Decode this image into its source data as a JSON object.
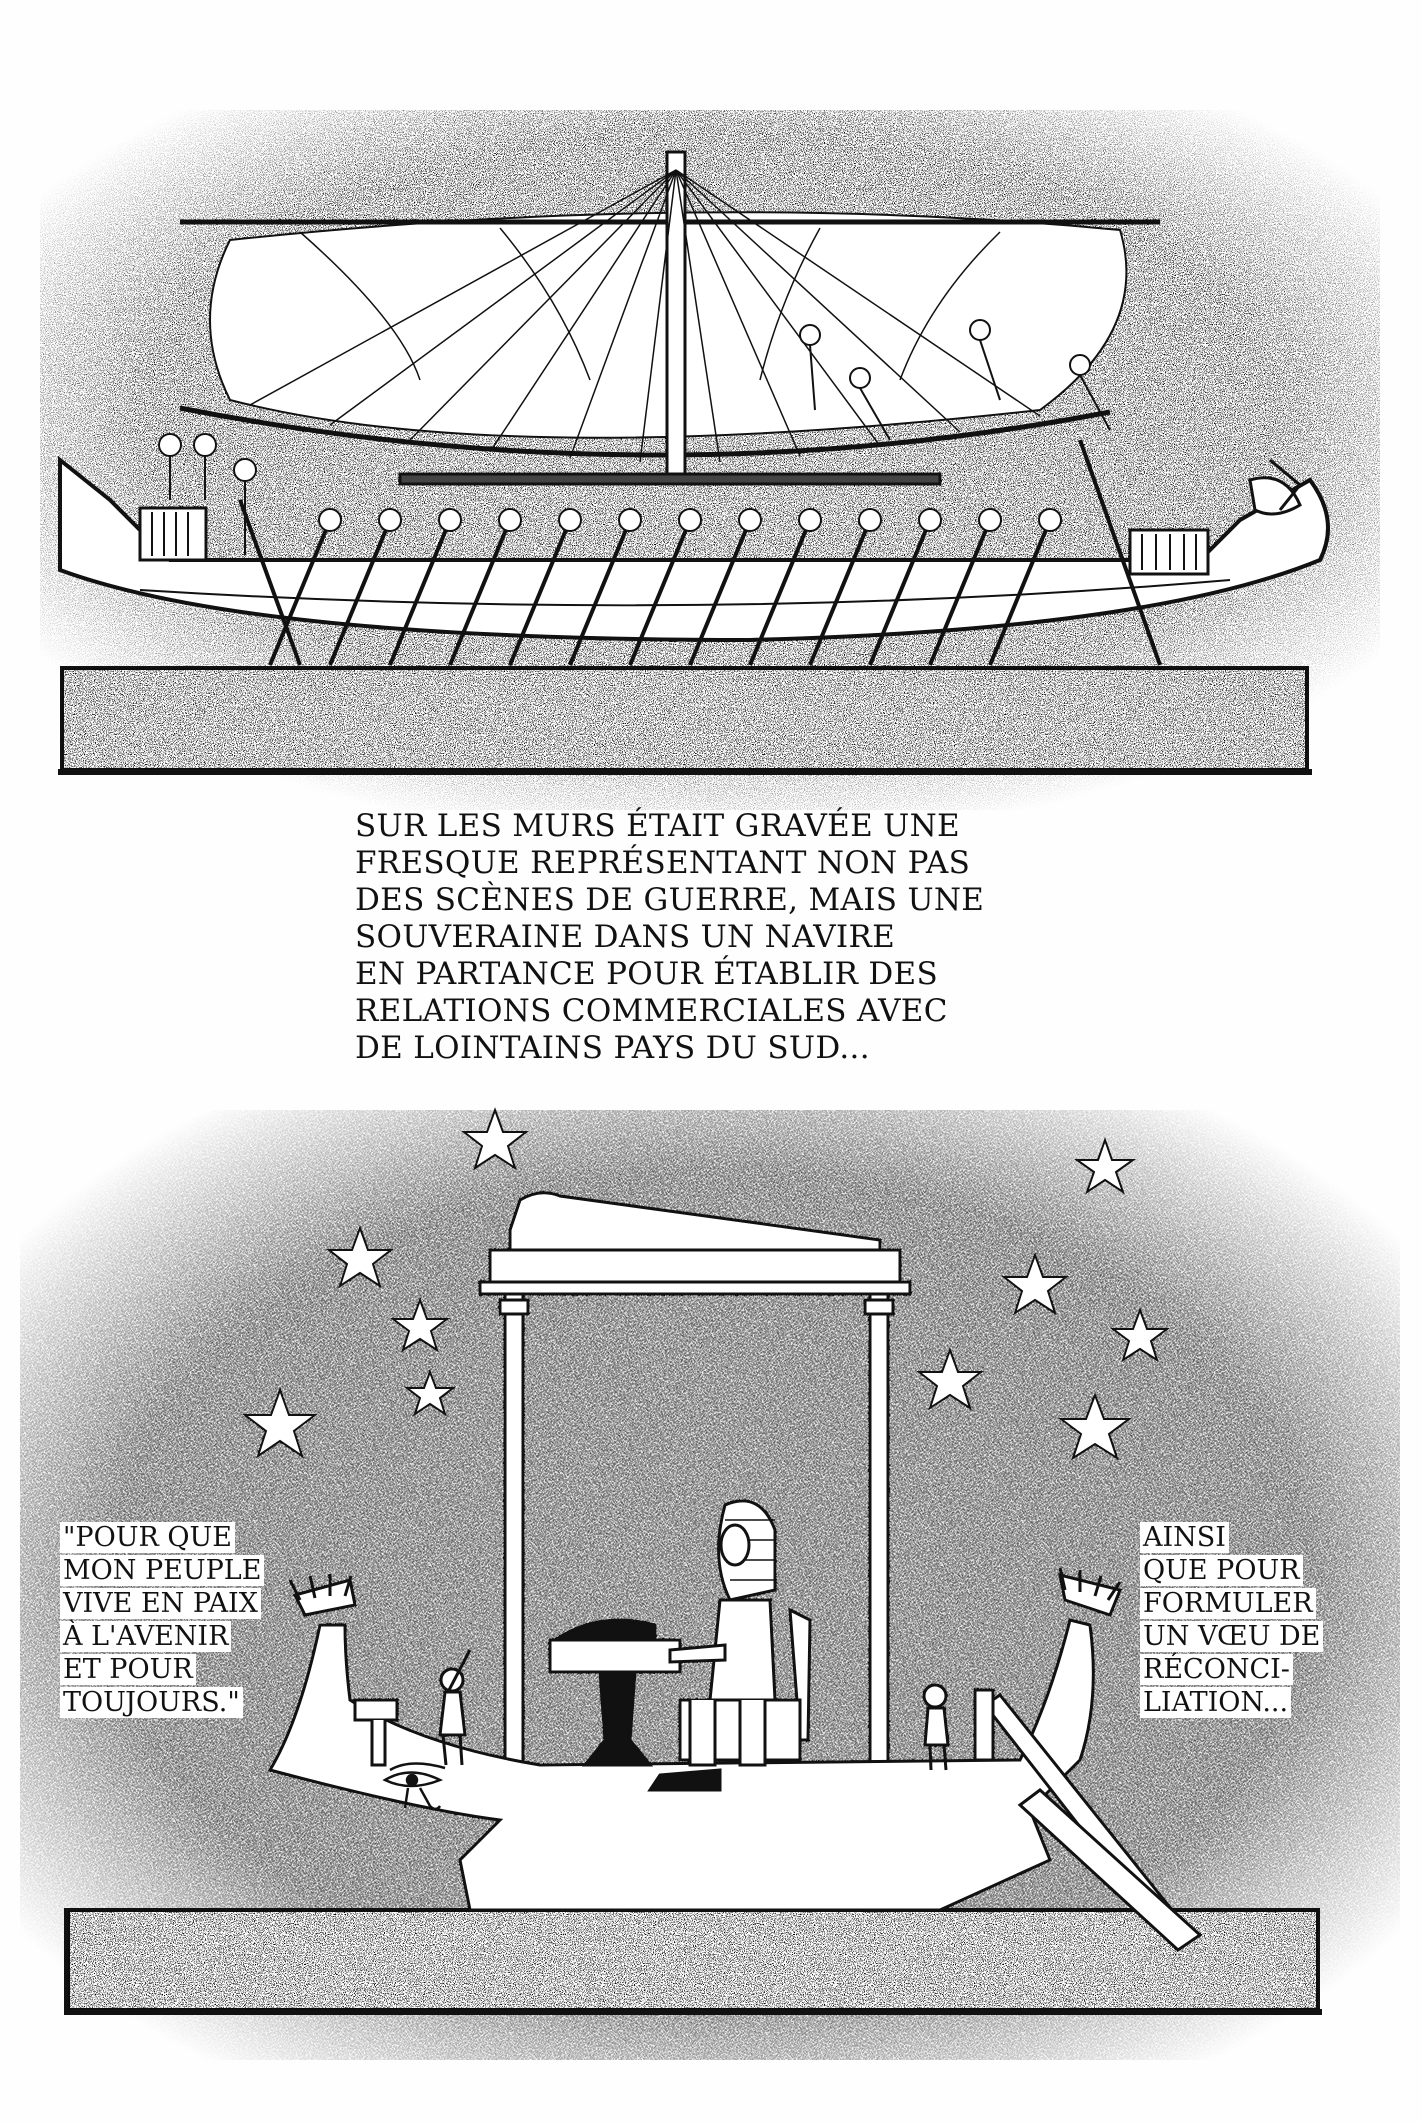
{
  "caption": {
    "lines": [
      "SUR LES MURS ÉTAIT GRAVÉE UNE",
      "FRESQUE REPRÉSENTANT NON PAS",
      "DES SCÈNES DE GUERRE, MAIS UNE",
      "SOUVERAINE DANS UN NAVIRE",
      "EN PARTANCE POUR ÉTABLIR DES",
      "RELATIONS COMMERCIALES AVEC",
      "DE LOINTAINS PAYS DU SUD..."
    ]
  },
  "speech_left": {
    "lines": [
      "\"POUR QUE",
      "MON PEUPLE",
      "VIVE EN PAIX",
      "À L'AVENIR",
      "ET POUR",
      "TOUJOURS.\""
    ]
  },
  "speech_right": {
    "lines": [
      "AINSI",
      "QUE POUR",
      "FORMULER",
      "UN VŒU DE",
      "RÉCONCI-",
      "LIATION..."
    ]
  },
  "colors": {
    "ink": "#111111",
    "paper": "#fefefe",
    "stipple": "#8a8a8a"
  }
}
